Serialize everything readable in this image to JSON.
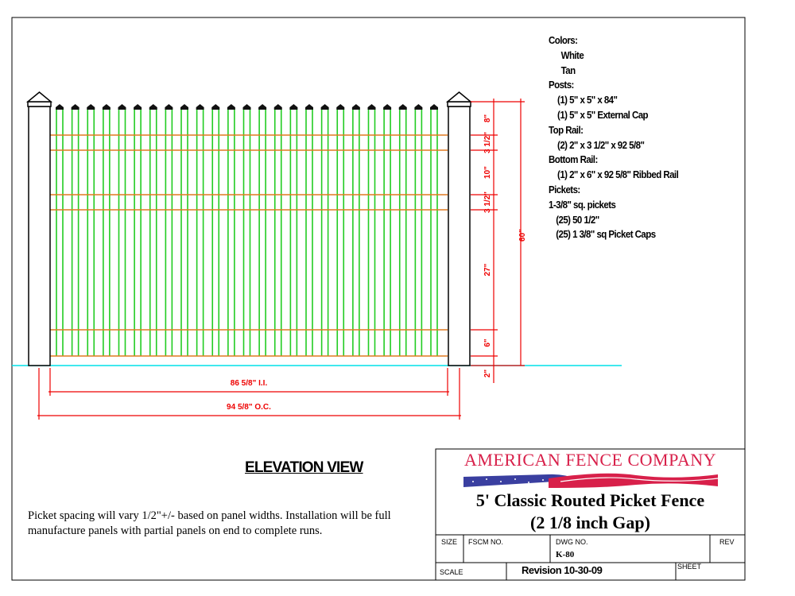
{
  "notes": {
    "colors_label": "Colors:",
    "colors": [
      "White",
      "Tan"
    ],
    "posts_label": "Posts:",
    "posts": [
      "(1) 5\" x 5\" x 84\"",
      "(1) 5\" x 5\" External Cap"
    ],
    "top_rail_label": "Top Rail:",
    "top_rail": [
      "(2) 2\" x 3 1/2\" x 92 5/8\""
    ],
    "bottom_rail_label": "Bottom Rail:",
    "bottom_rail": [
      "(1) 2\" x 6\" x 92 5/8\" Ribbed Rail"
    ],
    "pickets_label": "Pickets:",
    "pickets_type": "1-3/8\" sq. pickets",
    "pickets": [
      "(25) 50 1/2\"",
      "(25) 1 3/8\" sq Picket Caps"
    ]
  },
  "drawing": {
    "picket_count": 25,
    "dims_vertical": [
      "8\"",
      "3 1/2\"",
      "10\"",
      "3 1/2\"",
      "27\"",
      "6\"",
      "2\""
    ],
    "overall_height": "60\"",
    "inside_width": "86 5/8\" I.I.",
    "center_width": "94 5/8\" O.C.",
    "colors": {
      "picket": "#22cc22",
      "rail": "#e07a20",
      "dim": "#ee0000",
      "ground": "#00e0e8"
    }
  },
  "view_title": "ELEVATION VIEW",
  "note": "Picket spacing will vary 1/2\"+/- based on panel widths. Installation will be full manufacture panels with partial panels on end to complete runs.",
  "title_block": {
    "company": "AMERICAN FENCE COMPANY",
    "title_line1": "5' Classic Routed Picket Fence",
    "title_line2": "(2 1/8 inch Gap)",
    "size_label": "SIZE",
    "fscm_label": "FSCM  NO.",
    "dwg_label": "DWG  NO.",
    "dwg_no": "K-80",
    "rev_label": "REV",
    "scale_label": "SCALE",
    "revision": "Revision 10-30-09",
    "sheet_label": "SHEET"
  }
}
